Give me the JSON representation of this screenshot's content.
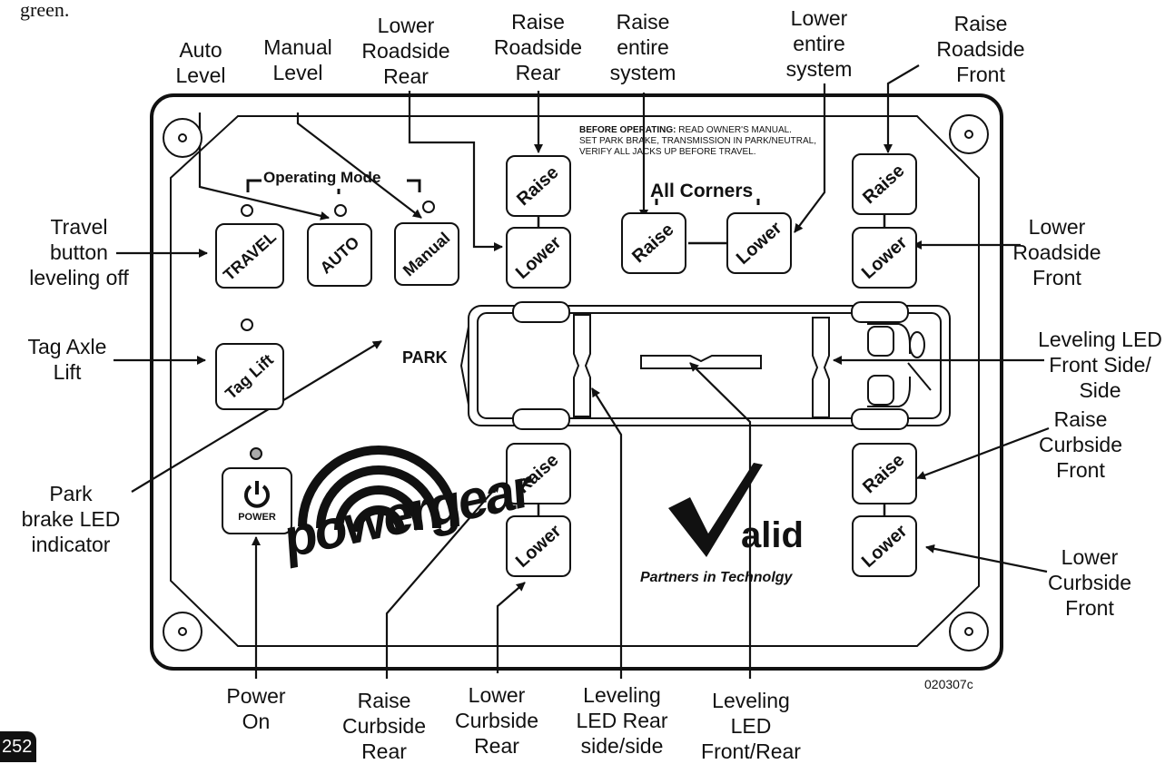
{
  "page_number": "252",
  "fragment_top": "green.",
  "diagram_code": "020307c",
  "panel": {
    "warning_bold": "BEFORE OPERATING:",
    "warning_line1": " READ OWNER'S MANUAL.",
    "warning_line2": "SET PARK BRAKE, TRANSMISSION IN PARK/NEUTRAL,",
    "warning_line3": "VERIFY ALL JACKS UP BEFORE TRAVEL.",
    "operating_mode": "Operating Mode",
    "all_corners": "All Corners",
    "park": "PARK",
    "power_label": "POWER",
    "brand_left": "powergear",
    "brand_right": "alid",
    "brand_tagline": "Partners in Technolgy"
  },
  "buttons": {
    "travel": "TRAVEL",
    "auto": "AUTO",
    "manual": "Manual",
    "tag_lift": "Tag Lift",
    "raise": "Raise",
    "lower": "Lower"
  },
  "callouts": {
    "auto_level": "Auto\nLevel",
    "manual_level": "Manual\nLevel",
    "lower_roadside_rear": "Lower\nRoadside\nRear",
    "raise_roadside_rear": "Raise\nRoadside\nRear",
    "raise_entire_system": "Raise\nentire\nsystem",
    "lower_entire_system": "Lower\nentire\nsystem",
    "raise_roadside_front": "Raise\nRoadside\nFront",
    "travel_button": "Travel\nbutton\nleveling off",
    "lower_roadside_front": "Lower\nRoadside\nFront",
    "leveling_led_front_side": "Leveling LED\nFront Side/\nSide",
    "tag_axle_lift": "Tag Axle\nLift",
    "raise_curbside_front": "Raise\nCurbside\nFront",
    "park_brake_led": "Park\nbrake LED\nindicator",
    "lower_curbside_front": "Lower\nCurbside\nFront",
    "power_on": "Power\nOn",
    "raise_curbside_rear": "Raise\nCurbside\nRear",
    "lower_curbside_rear": "Lower\nCurbside\nRear",
    "leveling_led_rear": "Leveling\nLED Rear\nside/side",
    "leveling_led_front_rear": "Leveling\nLED\nFront/Rear"
  }
}
